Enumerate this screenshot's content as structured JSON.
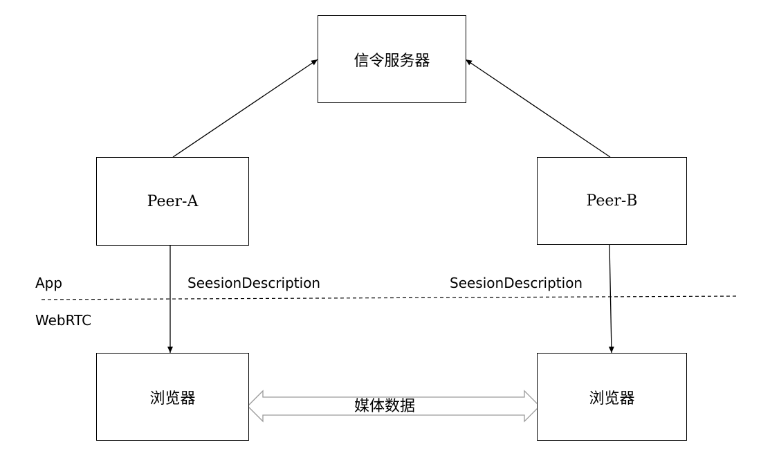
{
  "nodes": {
    "signaling_server": "信令服务器",
    "peer_a": "Peer-A",
    "peer_b": "Peer-B",
    "browser_a": "浏览器",
    "browser_b": "浏览器"
  },
  "layers": {
    "app": "App",
    "webrtc": "WebRTC"
  },
  "edge_labels": {
    "session_left": "SeesionDescription",
    "session_right": "SeesionDescription",
    "media": "媒体数据"
  },
  "colors": {
    "stroke": "#000000",
    "media_arrow": "#9a9a9a"
  }
}
